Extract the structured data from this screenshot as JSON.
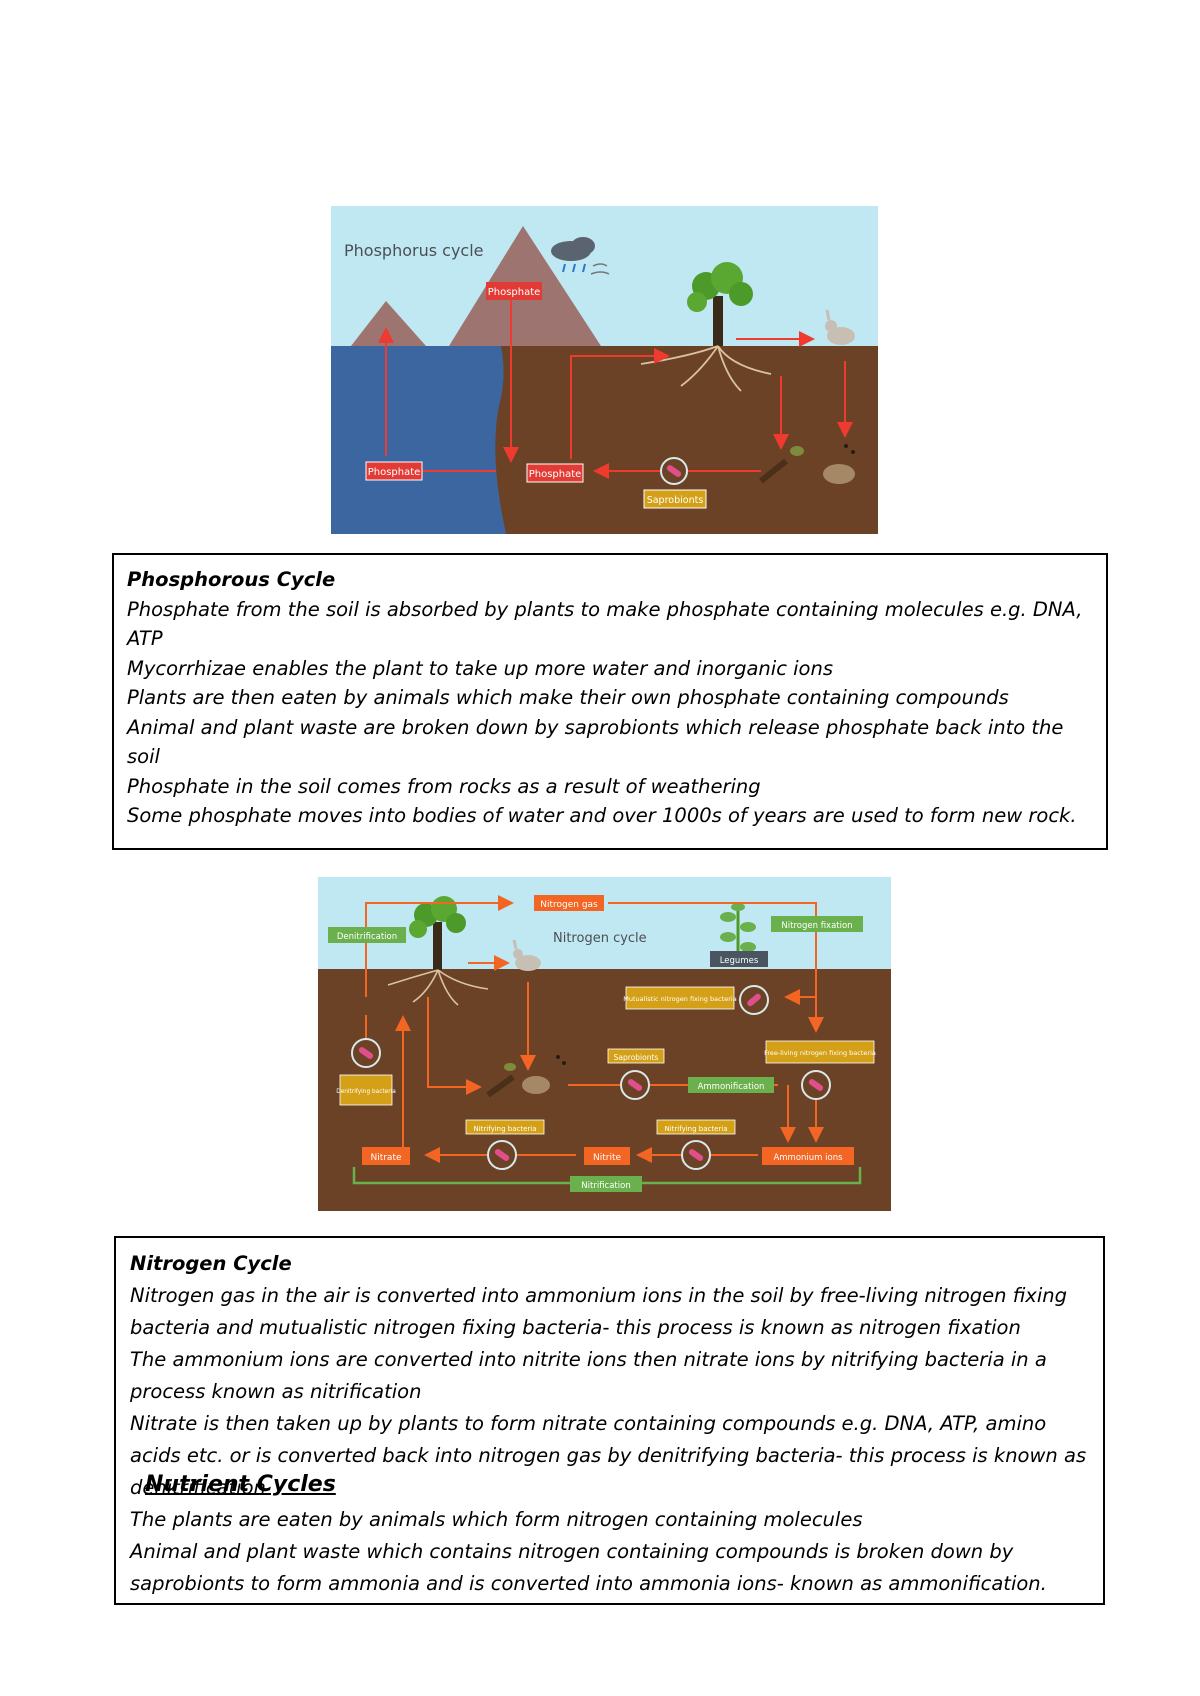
{
  "phosphorus_diagram": {
    "title": "Phosphorus cycle",
    "labels": {
      "phosphate_mountain": "Phosphate",
      "phosphate_water": "Phosphate",
      "phosphate_soil": "Phosphate",
      "saprobionts": "Saprobionts"
    },
    "colors": {
      "sky": "#bfe8f2",
      "soil": "#6b4226",
      "water": "#3b66a0",
      "mountain": "#9e7470",
      "arrow": "#ee3a2f",
      "red_label": "#e23a35",
      "yellow_label": "#d4a017"
    }
  },
  "phosphorous_text": {
    "heading": "Phosphorous Cycle",
    "lines": [
      "Phosphate from the soil is absorbed by plants to make phosphate containing molecules e.g. DNA, ATP",
      "Mycorrhizae enables the plant to take up more water and inorganic ions",
      "Plants are then eaten by animals which make their own phosphate containing compounds",
      "Animal and plant waste are broken down by saprobionts which release phosphate back into the soil",
      "Phosphate in the soil comes from rocks as a result of weathering",
      "Some phosphate moves into bodies of water and over 1000s of years are used to form new rock."
    ]
  },
  "nitrogen_diagram": {
    "title": "Nitrogen cycle",
    "labels": {
      "nitrogen_gas": "Nitrogen gas",
      "denitrification": "Denitrification",
      "nitrogen_fixation": "Nitrogen fixation",
      "legumes": "Legumes",
      "mutualistic": "Mutualistic nitrogen fixing bacteria",
      "free_living": "Free-living nitrogen fixing bacteria",
      "saprobionts": "Saprobionts",
      "ammonification": "Ammonification",
      "denitrifying": "Denitrifying bacteria",
      "nitrifying_1": "Nitrifying bacteria",
      "nitrifying_2": "Nitrifying bacteria",
      "nitrate": "Nitrate",
      "nitrite": "Nitrite",
      "ammonium": "Ammonium ions",
      "nitrification": "Nitrification"
    },
    "colors": {
      "sky": "#bfe8f2",
      "soil": "#6b4226",
      "arrow": "#f26522",
      "orange_label": "#f26522",
      "green_label": "#6ab04c",
      "yellow_label": "#d4a017"
    }
  },
  "nitrogen_text": {
    "heading": "Nitrogen Cycle",
    "lines": [
      "Nitrogen gas in the air is converted into ammonium ions in the soil by free-living nitrogen fixing bacteria and mutualistic nitrogen fixing bacteria- this process is known as nitrogen fixation",
      "The ammonium ions are converted into nitrite ions then nitrate ions by nitrifying bacteria in a process known as nitrification",
      "Nitrate is then taken up by plants to form nitrate containing compounds e.g. DNA, ATP, amino acids etc. or is converted back into nitrogen gas by denitrifying bacteria- this process is known as denitrification",
      "The plants are eaten by animals which form nitrogen containing molecules",
      "Animal and plant waste which contains nitrogen containing compounds is broken down by saprobionts to form ammonia and is converted into ammonia ions- known as ammonification."
    ]
  },
  "overlay_title": "Nutrient Cycles"
}
